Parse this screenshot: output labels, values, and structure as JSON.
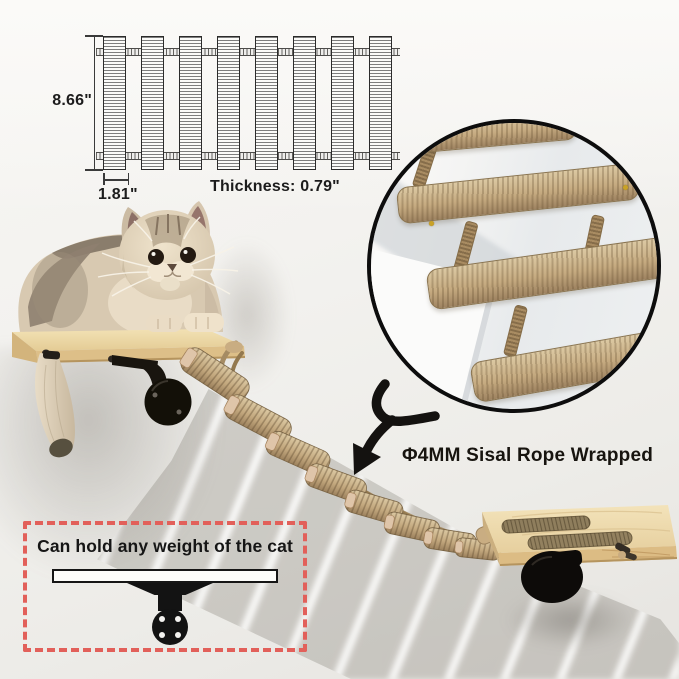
{
  "product_diagram": {
    "height_label": "8.66\"",
    "slat_width_label": "1.81\"",
    "thickness_label": "Thickness: 0.79\"",
    "slat_count": 8
  },
  "callout": {
    "rope_label": "Φ4MM Sisal Rope Wrapped"
  },
  "claim": {
    "text": "Can hold any weight of the cat"
  },
  "colors": {
    "accent_red": "#e2605a",
    "wood_light": "#ecd9ae",
    "rope_tan": "#c3a87e",
    "bracket_black": "#131008"
  }
}
